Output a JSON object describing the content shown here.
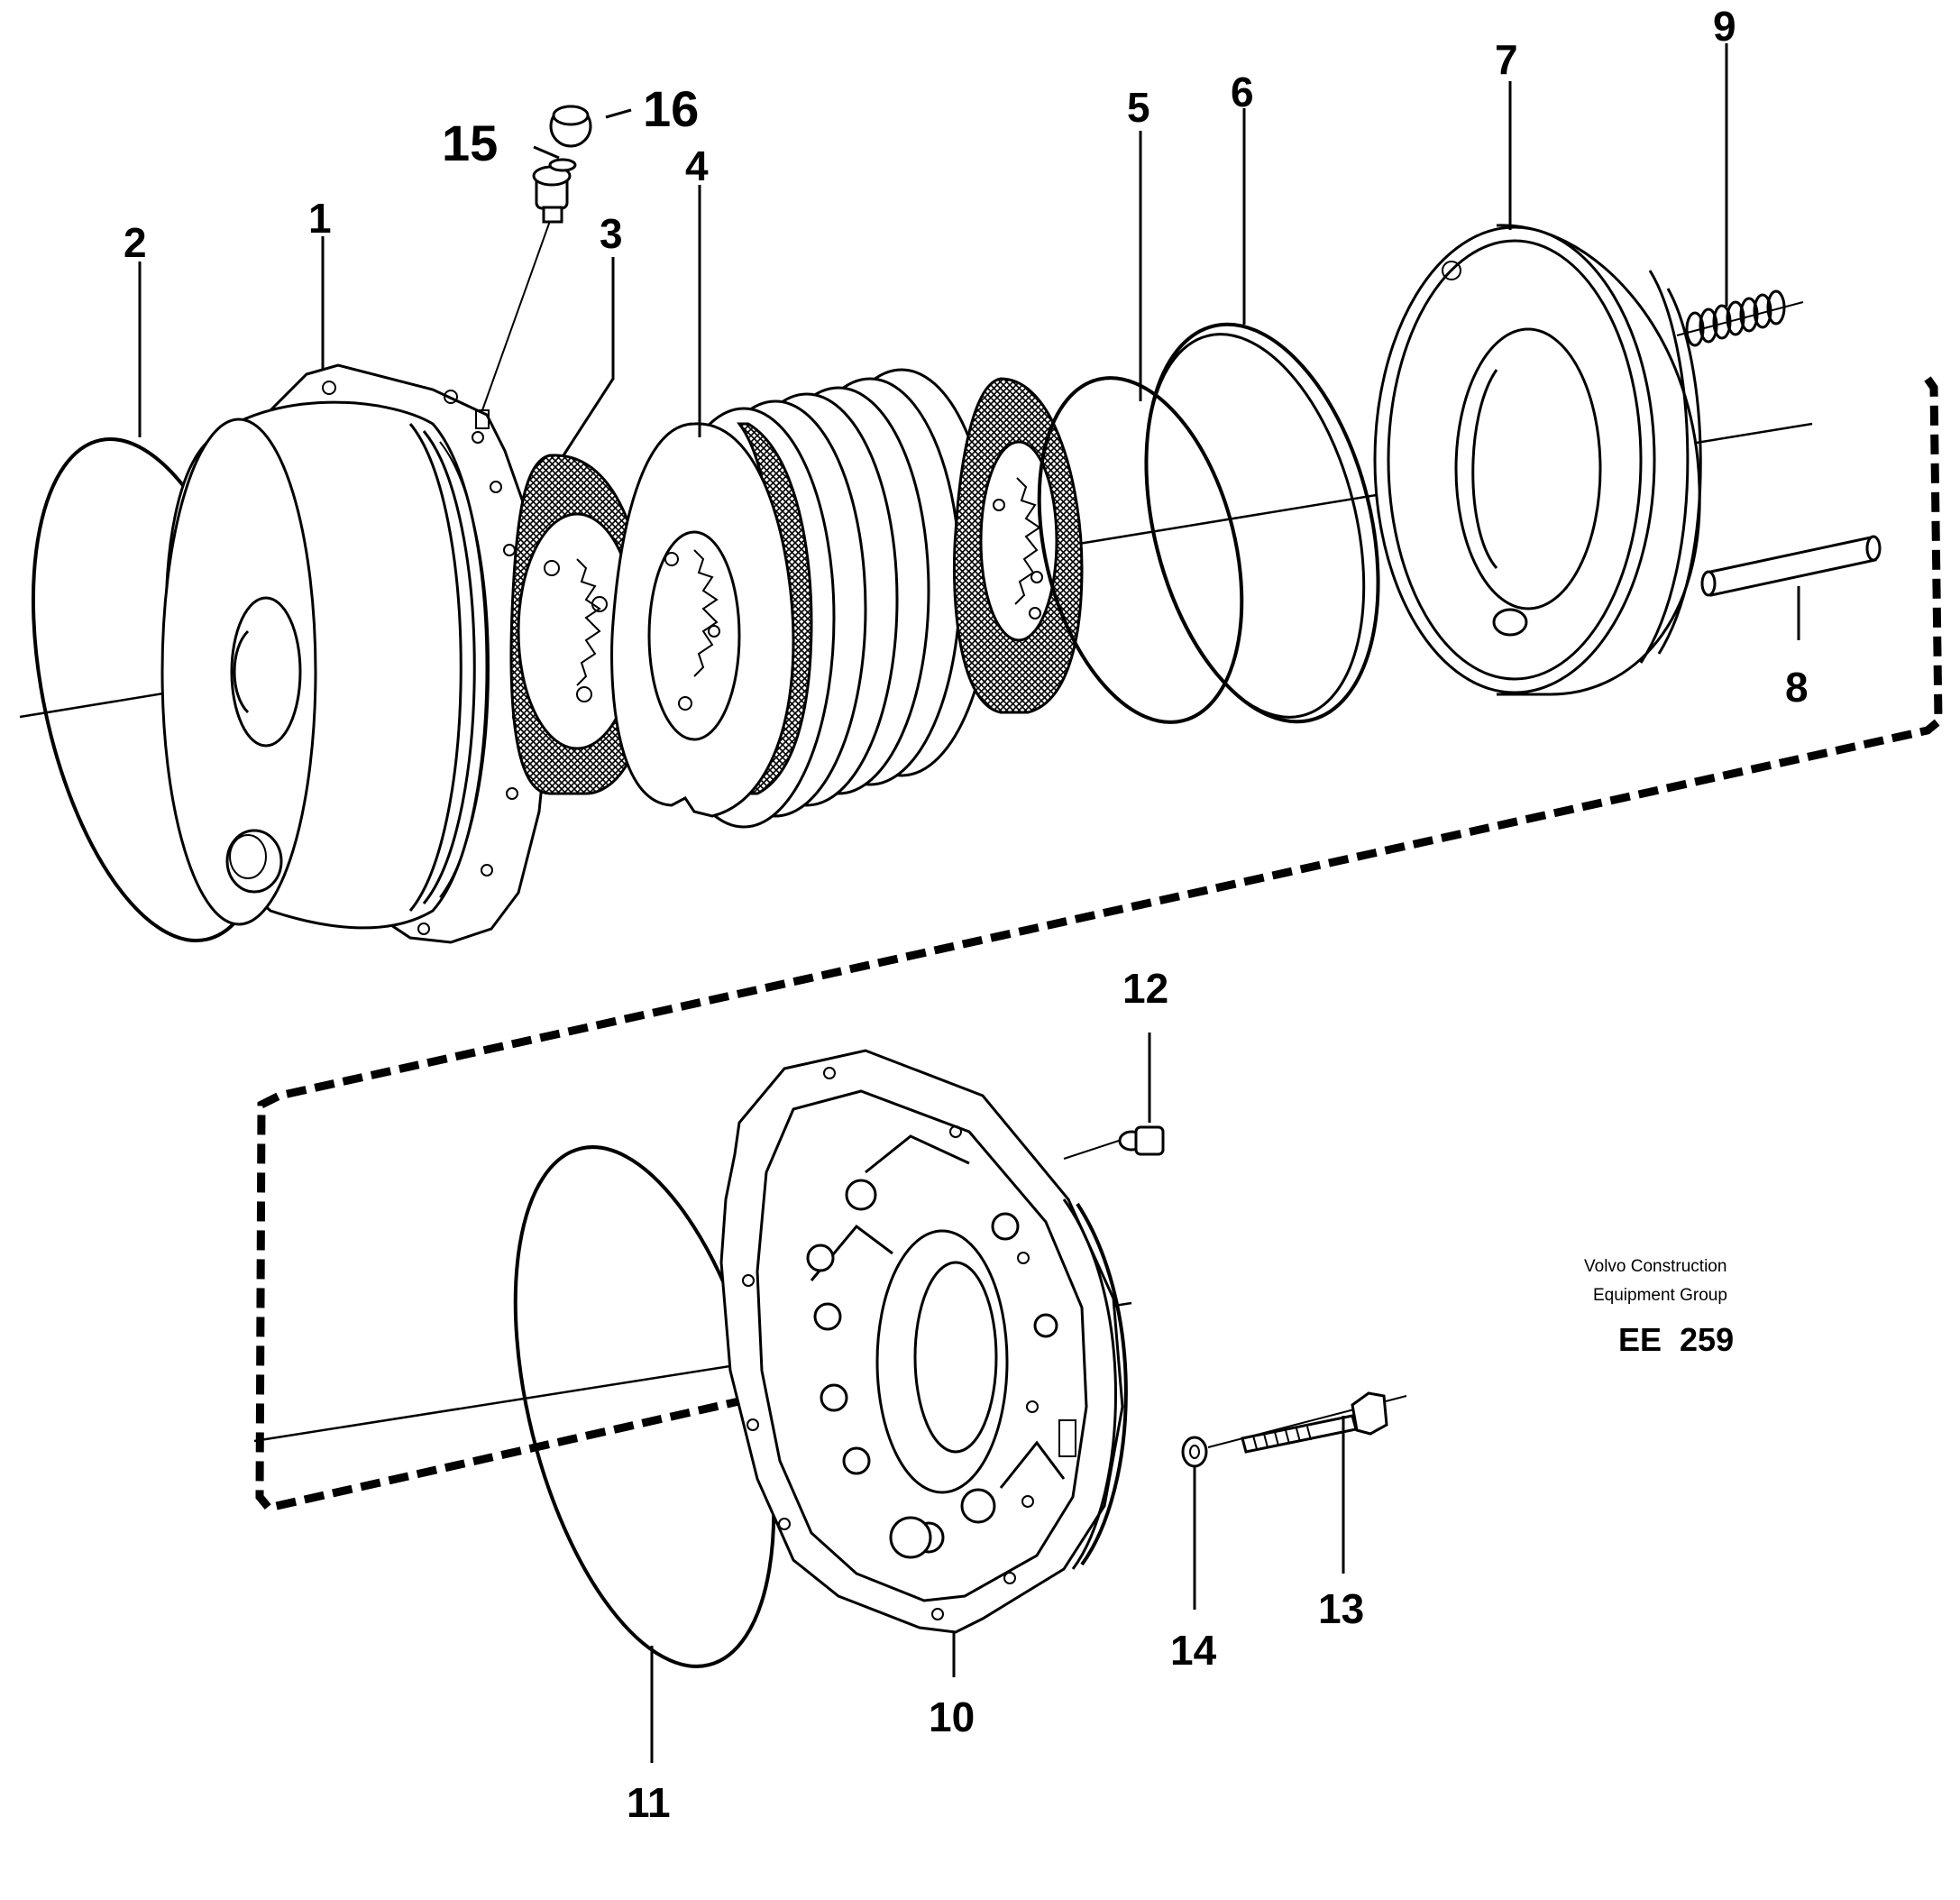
{
  "parts": [
    {
      "id": "1",
      "label": "1"
    },
    {
      "id": "2",
      "label": "2"
    },
    {
      "id": "3",
      "label": "3"
    },
    {
      "id": "4",
      "label": "4"
    },
    {
      "id": "5",
      "label": "5"
    },
    {
      "id": "6",
      "label": "6"
    },
    {
      "id": "7",
      "label": "7"
    },
    {
      "id": "8",
      "label": "8"
    },
    {
      "id": "9",
      "label": "9"
    },
    {
      "id": "10",
      "label": "10"
    },
    {
      "id": "11",
      "label": "11"
    },
    {
      "id": "12",
      "label": "12"
    },
    {
      "id": "13",
      "label": "13"
    },
    {
      "id": "14",
      "label": "14"
    },
    {
      "id": "15",
      "label": "15"
    },
    {
      "id": "16",
      "label": "16"
    }
  ],
  "credit": {
    "line1": "Volvo Construction",
    "line2": "Equipment Group"
  },
  "drawing_code": "EE  259"
}
